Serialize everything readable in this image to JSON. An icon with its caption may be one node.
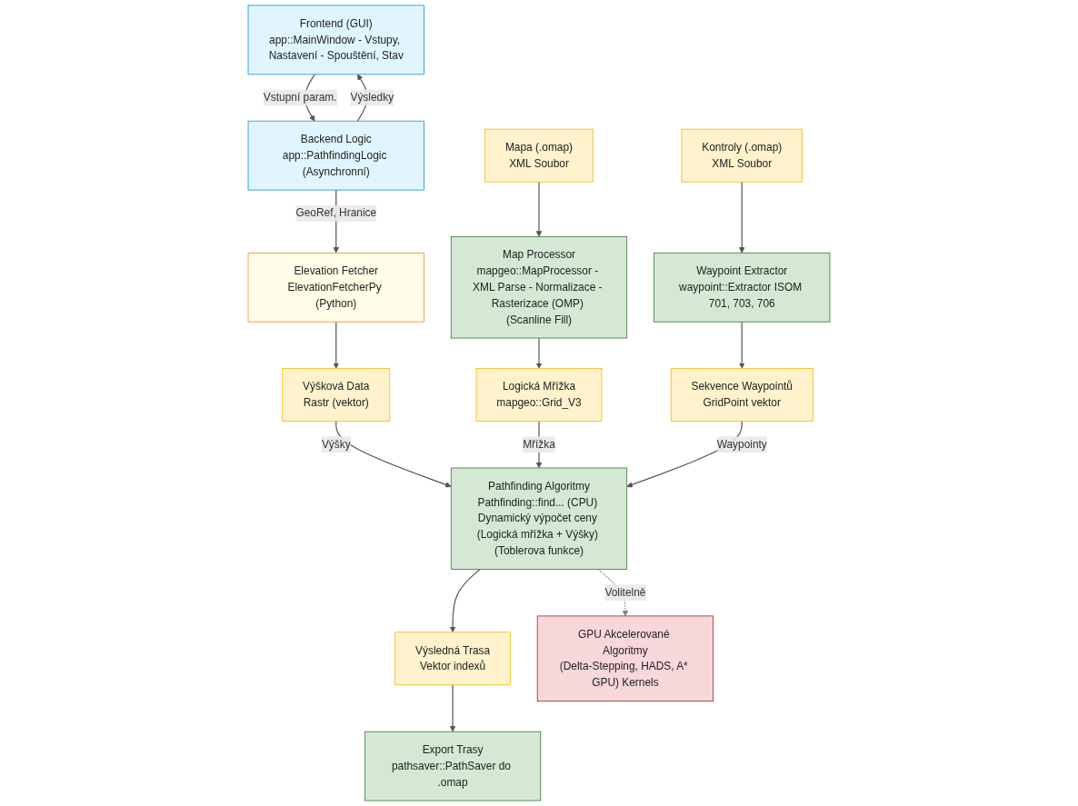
{
  "diagram": {
    "nodes": [
      {
        "text": [
          "Frontend (GUI)",
          "app::MainWindow - Vstupy, Nastavení - Spouštění, Stav"
        ]
      },
      {
        "text": [
          "Backend Logic",
          "app::PathfindingLogic (Asynchronní)"
        ]
      },
      {
        "text": [
          "Map Processor",
          "mapgeo::MapProcessor - XML Parse - Normalizace - Rasterizace (OMP) (Scanline Fill)"
        ]
      },
      {
        "text": [
          "Elevation Fetcher",
          "ElevationFetcherPy (Python)"
        ]
      },
      {
        "text": [
          "Waypoint Extractor",
          "waypoint::Extractor ISOM 701, 703, 706"
        ]
      },
      {
        "text": [
          "Mapa (.omap)",
          "XML Soubor"
        ]
      },
      {
        "text": [
          "Výšková Data",
          "Rastr (vektor)"
        ]
      },
      {
        "text": [
          "Kontroly (.omap)",
          "XML Soubor"
        ]
      },
      {
        "text": [
          "Logická Mřížka",
          "mapgeo::Grid_V3"
        ]
      },
      {
        "text": [
          "Sekvence Waypointů",
          "GridPoint vektor"
        ]
      },
      {
        "text": [
          "Pathfinding Algoritmy",
          "Pathfinding::find... (CPU) Dynamický výpočet ceny (Logická mřížka + Výšky) (Toblerova funkce)"
        ]
      },
      {
        "text": [
          "Výsledná Trasa",
          "Vektor indexů"
        ]
      },
      {
        "text": [
          "GPU Akcelerované Algoritmy",
          "(Delta-Stepping, HADS, A* GPU) Kernels"
        ]
      },
      {
        "text": [
          "Export Trasy",
          "pathsaver::PathSaver do .omap"
        ]
      }
    ],
    "edges": [
      {
        "from": 0,
        "to": 1,
        "arrow": "to",
        "label": "Vstupní param."
      },
      {
        "from": 1,
        "to": 0,
        "arrow": "to",
        "label": "Výsledky"
      },
      {
        "from": 1,
        "to": 3,
        "arrow": "to",
        "label": "GeoRef, Hranice"
      },
      {
        "from": 3,
        "to": 6,
        "arrow": "to"
      },
      {
        "from": 5,
        "to": 2,
        "arrow": "to"
      },
      {
        "from": 2,
        "to": 8,
        "arrow": "to"
      },
      {
        "from": 7,
        "to": 4,
        "arrow": "to"
      },
      {
        "from": 4,
        "to": 9,
        "arrow": "to"
      },
      {
        "from": 6,
        "to": 10,
        "arrow": "to",
        "label": "Výšky"
      },
      {
        "from": 8,
        "to": 10,
        "arrow": "to",
        "label": "Mřížka"
      },
      {
        "from": 9,
        "to": 10,
        "arrow": "to",
        "label": "Waypointy"
      },
      {
        "from": 10,
        "to": 11,
        "arrow": "to"
      },
      {
        "from": 11,
        "to": 13,
        "arrow": "to"
      },
      {
        "from": 10,
        "to": 12,
        "arrow": "to",
        "label": "Volitelně",
        "style": "dashed",
        "color": "#808080"
      }
    ]
  }
}
